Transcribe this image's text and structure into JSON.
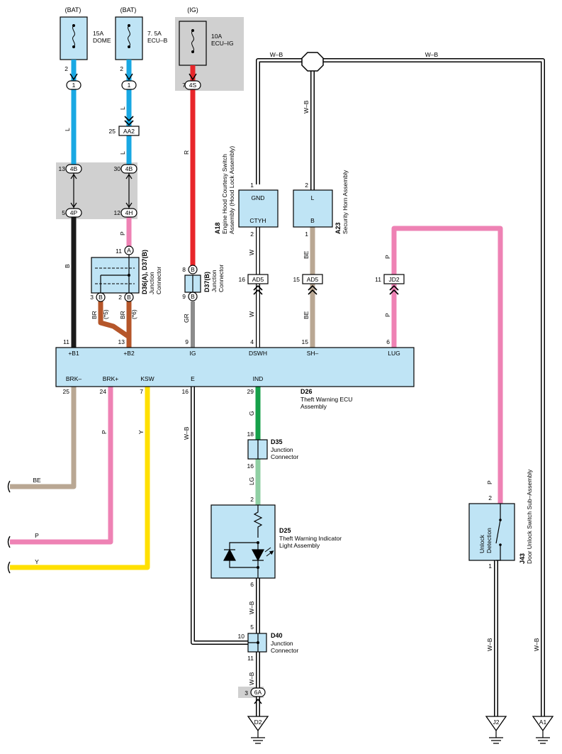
{
  "fuses": [
    {
      "source": "(BAT)",
      "rating": "15A",
      "name": "DOME",
      "pin": "2",
      "conn": "1"
    },
    {
      "source": "(BAT)",
      "rating": "7. 5A",
      "name": "ECU–B",
      "pin": "2",
      "conn": "1"
    },
    {
      "source": "(IG)",
      "rating": "10A",
      "name": "ECU–IG",
      "pin": "7",
      "conn": "4S"
    }
  ],
  "wires": {
    "l": "L",
    "r": "R",
    "p": "P",
    "b": "B",
    "br": "BR",
    "gr": "GR",
    "w": "W",
    "be": "BE",
    "y": "Y",
    "g": "G",
    "lg": "LG",
    "wb": "W–B"
  },
  "connectors": {
    "aa2": {
      "label": "AA2",
      "pin": "25"
    },
    "4b_left": {
      "label": "4B",
      "pin": "13"
    },
    "4b_right": {
      "label": "4B",
      "pin": "30"
    },
    "4p": {
      "label": "4P",
      "pin": "5"
    },
    "4h": {
      "label": "4H",
      "pin": "12"
    },
    "ad5_left": {
      "label": "AD5",
      "pin": "16"
    },
    "ad5_right": {
      "label": "AD5",
      "pin": "15"
    },
    "jd2": {
      "label": "JD2",
      "pin": "11"
    },
    "6a": {
      "label": "6A",
      "pin": "3"
    }
  },
  "junctions": {
    "d36": {
      "code": "D36(A), D37(B)",
      "desc1": "Junction",
      "desc2": "Connector",
      "pin_a": "A",
      "pin_a_num": "11",
      "pin_b1": "B",
      "pin_b1_num": "3",
      "pin_b2": "B",
      "pin_b2_num": "2",
      "note1": "(*5)",
      "note2": "(*6)"
    },
    "d37": {
      "code": "D37(B)",
      "desc1": "Junction",
      "desc2": "Connector",
      "pin_top": "B",
      "pin_top_num": "8",
      "pin_bot": "B",
      "pin_bot_num": "9"
    },
    "d35": {
      "code": "D35",
      "desc1": "Junction",
      "desc2": "Connector",
      "pin_top": "18",
      "pin_bot": "16"
    },
    "d40": {
      "code": "D40",
      "desc1": "Junction",
      "desc2": "Connector",
      "pin_top": "5",
      "pin_left": "10",
      "pin_bot": "11"
    }
  },
  "components": {
    "a18": {
      "code": "A18",
      "desc1": "Engine Hood Courtesy Switch",
      "desc2": "Assembly (Hood Lock Assembly)",
      "pin_top_label": "GND",
      "pin_bot_label": "CTYH",
      "pin_top": "1",
      "pin_bot": "2"
    },
    "a23": {
      "code": "A23",
      "desc": "Security Horn Assembly",
      "pin_top_label": "L",
      "pin_bot_label": "B",
      "pin_top": "2",
      "pin_bot": "1"
    },
    "d26": {
      "code": "D26",
      "desc1": "Theft Warning ECU",
      "desc2": "Assembly"
    },
    "d25": {
      "code": "D25",
      "desc1": "Theft Warning Indicator",
      "desc2": "Light Assembly",
      "pin_top": "2",
      "pin_bot": "6"
    },
    "j43": {
      "code": "J43",
      "desc": "Door Unlock Switch Sub–Assembly",
      "inner1": "Unlock",
      "inner2": "Detection",
      "pin_top": "2",
      "pin_bot": "1"
    }
  },
  "ecu_pins": {
    "top": [
      {
        "num": "11",
        "label": "+B1"
      },
      {
        "num": "13",
        "label": "+B2"
      },
      {
        "num": "9",
        "label": "IG"
      },
      {
        "num": "4",
        "label": "DSWH"
      },
      {
        "num": "15",
        "label": "SH–"
      },
      {
        "num": "6",
        "label": "LUG"
      }
    ],
    "bottom": [
      {
        "num": "25",
        "label": "BRK–"
      },
      {
        "num": "24",
        "label": "BRK+"
      },
      {
        "num": "7",
        "label": "KSW"
      },
      {
        "num": "16",
        "label": "E"
      },
      {
        "num": "29",
        "label": "IND"
      }
    ]
  },
  "grounds": [
    "D2",
    "J2",
    "A1"
  ],
  "colors": {
    "blue_wire": "#19a8e3",
    "red_wire": "#e8262a",
    "pink_wire": "#ee82b4",
    "black_wire": "#1a1a1a",
    "brown_wire": "#b5562a",
    "grey_wire": "#8c8c8c",
    "beige_wire": "#b9a793",
    "yellow_wire": "#ffe000",
    "green_wire": "#16a04a",
    "light_green_wire": "#8fcfa3",
    "component_fill": "#bfe4f5",
    "grey_box": "#d0d0d0"
  }
}
